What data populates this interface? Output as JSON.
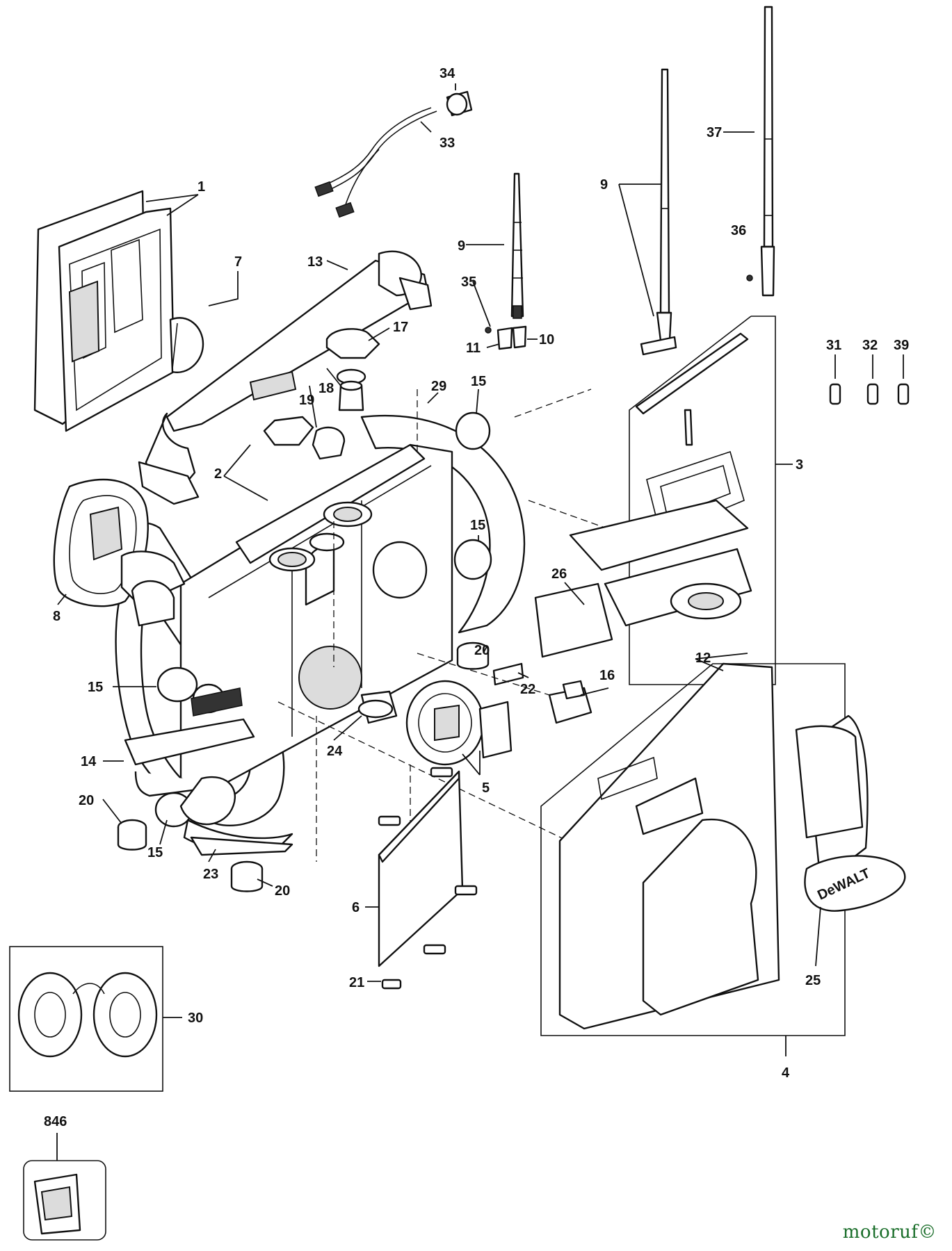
{
  "watermark": {
    "text": "motoruf",
    "suffix": "©"
  },
  "callouts": [
    "34",
    "33",
    "1",
    "7",
    "13",
    "9",
    "35",
    "11",
    "10",
    "17",
    "18",
    "19",
    "29",
    "15",
    "2",
    "8",
    "15",
    "15",
    "14",
    "20",
    "15",
    "23",
    "20",
    "24",
    "5",
    "22",
    "20",
    "16",
    "26",
    "9",
    "37",
    "36",
    "3",
    "31",
    "32",
    "39",
    "12",
    "4",
    "25",
    "6",
    "21",
    "30",
    "846"
  ],
  "brand": {
    "logo_text": "DeWALT"
  }
}
